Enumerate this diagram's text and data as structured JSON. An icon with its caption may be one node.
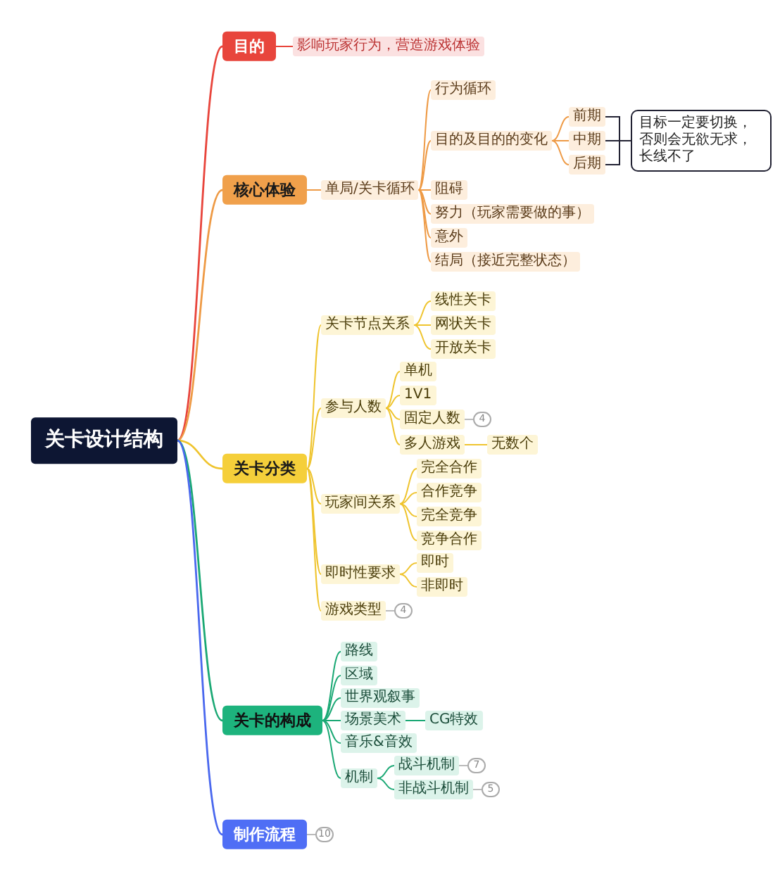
{
  "diagram": {
    "nodes": [
      {
        "text": [
          "关卡设计结构"
        ]
      },
      {
        "text": [
          "目的"
        ]
      },
      {
        "text": [
          "影响玩家行为，营造游戏体验"
        ]
      },
      {
        "text": [
          "核心体验"
        ]
      },
      {
        "text": [
          "单局/关卡循环"
        ]
      },
      {
        "text": [
          "行为循环"
        ]
      },
      {
        "text": [
          "目的及目的的变化"
        ]
      },
      {
        "text": [
          "前期"
        ]
      },
      {
        "text": [
          "中期"
        ]
      },
      {
        "text": [
          "后期"
        ]
      },
      {
        "text": [
          "目标一定要切换，否则会无欲无求，长线不了"
        ]
      },
      {
        "text": [
          "阻碍"
        ]
      },
      {
        "text": [
          "努力（玩家需要做的事）"
        ]
      },
      {
        "text": [
          "意外"
        ]
      },
      {
        "text": [
          "结局（接近完整状态）"
        ]
      },
      {
        "text": [
          "关卡分类"
        ]
      },
      {
        "text": [
          "关卡节点关系"
        ]
      },
      {
        "text": [
          "线性关卡"
        ]
      },
      {
        "text": [
          "网状关卡"
        ]
      },
      {
        "text": [
          "开放关卡"
        ]
      },
      {
        "text": [
          "参与人数"
        ]
      },
      {
        "text": [
          "单机"
        ]
      },
      {
        "text": [
          "1V1"
        ]
      },
      {
        "text": [
          "固定人数"
        ],
        "beside": [
          "4"
        ]
      },
      {
        "text": [
          "多人游戏"
        ]
      },
      {
        "text": [
          "无数个"
        ]
      },
      {
        "text": [
          "玩家间关系"
        ]
      },
      {
        "text": [
          "完全合作"
        ]
      },
      {
        "text": [
          "合作竞争"
        ]
      },
      {
        "text": [
          "完全竞争"
        ]
      },
      {
        "text": [
          "竞争合作"
        ]
      },
      {
        "text": [
          "即时性要求"
        ]
      },
      {
        "text": [
          "即时"
        ]
      },
      {
        "text": [
          "非即时"
        ]
      },
      {
        "text": [
          "游戏类型"
        ],
        "beside": [
          "4"
        ]
      },
      {
        "text": [
          "关卡的构成"
        ]
      },
      {
        "text": [
          "路线"
        ]
      },
      {
        "text": [
          "区域"
        ]
      },
      {
        "text": [
          "世界观叙事"
        ]
      },
      {
        "text": [
          "场景美术"
        ]
      },
      {
        "text": [
          "CG特效"
        ]
      },
      {
        "text": [
          "音乐&音效"
        ]
      },
      {
        "text": [
          "机制"
        ]
      },
      {
        "text": [
          "战斗机制"
        ],
        "beside": [
          "7"
        ]
      },
      {
        "text": [
          "非战斗机制"
        ],
        "beside": [
          "5"
        ]
      },
      {
        "text": [
          "制作流程"
        ],
        "beside": [
          "10"
        ]
      }
    ],
    "edges": [
      {
        "from": 0,
        "to": 1,
        "arrow": "none",
        "color": "#e8453c"
      },
      {
        "from": 1,
        "to": 2,
        "arrow": "none",
        "color": "#e8453c"
      },
      {
        "from": 0,
        "to": 3,
        "arrow": "none",
        "color": "#ee9a45"
      },
      {
        "from": 3,
        "to": 4,
        "arrow": "none",
        "color": "#ee9a45"
      },
      {
        "from": 4,
        "to": 5,
        "arrow": "none",
        "color": "#ee9a45"
      },
      {
        "from": 4,
        "to": 6,
        "arrow": "none",
        "color": "#ee9a45"
      },
      {
        "from": 6,
        "to": 7,
        "arrow": "none",
        "color": "#ee9a45"
      },
      {
        "from": 6,
        "to": 8,
        "arrow": "none",
        "color": "#ee9a45"
      },
      {
        "from": 6,
        "to": 9,
        "arrow": "none",
        "color": "#ee9a45"
      },
      {
        "from": 7,
        "to": 10,
        "arrow": "none",
        "color": "#222233"
      },
      {
        "from": 8,
        "to": 10,
        "arrow": "none",
        "color": "#222233"
      },
      {
        "from": 9,
        "to": 10,
        "arrow": "none",
        "color": "#222233"
      },
      {
        "from": 4,
        "to": 11,
        "arrow": "none",
        "color": "#ee9a45"
      },
      {
        "from": 4,
        "to": 12,
        "arrow": "none",
        "color": "#ee9a45"
      },
      {
        "from": 4,
        "to": 13,
        "arrow": "none",
        "color": "#ee9a45"
      },
      {
        "from": 4,
        "to": 14,
        "arrow": "none",
        "color": "#ee9a45"
      },
      {
        "from": 0,
        "to": 15,
        "arrow": "none",
        "color": "#efc42e"
      },
      {
        "from": 15,
        "to": 16,
        "arrow": "none",
        "color": "#efc42e"
      },
      {
        "from": 16,
        "to": 17,
        "arrow": "none",
        "color": "#efc42e"
      },
      {
        "from": 16,
        "to": 18,
        "arrow": "none",
        "color": "#efc42e"
      },
      {
        "from": 16,
        "to": 19,
        "arrow": "none",
        "color": "#efc42e"
      },
      {
        "from": 15,
        "to": 20,
        "arrow": "none",
        "color": "#efc42e"
      },
      {
        "from": 20,
        "to": 21,
        "arrow": "none",
        "color": "#efc42e"
      },
      {
        "from": 20,
        "to": 22,
        "arrow": "none",
        "color": "#efc42e"
      },
      {
        "from": 20,
        "to": 23,
        "arrow": "none",
        "color": "#efc42e"
      },
      {
        "from": 20,
        "to": 24,
        "arrow": "none",
        "color": "#efc42e"
      },
      {
        "from": 24,
        "to": 25,
        "arrow": "none",
        "color": "#efc42e"
      },
      {
        "from": 15,
        "to": 26,
        "arrow": "none",
        "color": "#efc42e"
      },
      {
        "from": 26,
        "to": 27,
        "arrow": "none",
        "color": "#efc42e"
      },
      {
        "from": 26,
        "to": 28,
        "arrow": "none",
        "color": "#efc42e"
      },
      {
        "from": 26,
        "to": 29,
        "arrow": "none",
        "color": "#efc42e"
      },
      {
        "from": 26,
        "to": 30,
        "arrow": "none",
        "color": "#efc42e"
      },
      {
        "from": 15,
        "to": 31,
        "arrow": "none",
        "color": "#efc42e"
      },
      {
        "from": 31,
        "to": 32,
        "arrow": "none",
        "color": "#efc42e"
      },
      {
        "from": 31,
        "to": 33,
        "arrow": "none",
        "color": "#efc42e"
      },
      {
        "from": 15,
        "to": 34,
        "arrow": "none",
        "color": "#efc42e"
      },
      {
        "from": 0,
        "to": 35,
        "arrow": "none",
        "color": "#1aa874"
      },
      {
        "from": 35,
        "to": 36,
        "arrow": "none",
        "color": "#1aa874"
      },
      {
        "from": 35,
        "to": 37,
        "arrow": "none",
        "color": "#1aa874"
      },
      {
        "from": 35,
        "to": 38,
        "arrow": "none",
        "color": "#1aa874"
      },
      {
        "from": 35,
        "to": 39,
        "arrow": "none",
        "color": "#1aa874"
      },
      {
        "from": 39,
        "to": 40,
        "arrow": "none",
        "color": "#1aa874"
      },
      {
        "from": 35,
        "to": 41,
        "arrow": "none",
        "color": "#1aa874"
      },
      {
        "from": 35,
        "to": 42,
        "arrow": "none",
        "color": "#1aa874"
      },
      {
        "from": 42,
        "to": 43,
        "arrow": "none",
        "color": "#1aa874"
      },
      {
        "from": 42,
        "to": 44,
        "arrow": "none",
        "color": "#1aa874"
      },
      {
        "from": 0,
        "to": 45,
        "arrow": "none",
        "color": "#4a68ee"
      }
    ]
  }
}
